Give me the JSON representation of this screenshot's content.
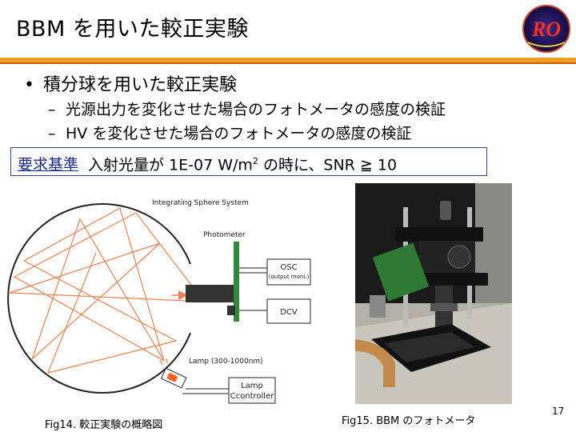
{
  "slide": {
    "title": "BBM を用いた較正実験",
    "page_number": "17"
  },
  "logo": {
    "text": "RO"
  },
  "bullets": {
    "main": "積分球を用いた較正実験",
    "subs": [
      "光源出力を変化させた場合のフォトメータの感度の検証",
      "HV を変化させた場合のフォトメータの感度の検証"
    ]
  },
  "requirement": {
    "label": "要求基準",
    "text_before_sup": "入射光量が 1E-07 W/m",
    "sup": "2",
    "text_after_sup": " の時に、SNR ≧ 10"
  },
  "diagram": {
    "sphere_label": "Integrating Sphere System",
    "photometer_label": "Photometer",
    "osc_label": "OSC",
    "osc_sub": "(output moni.)",
    "dcv_label": "DCV",
    "lamp_label": "Lamp (300-1000nm)",
    "controller_line1": "Lamp",
    "controller_line2": "Ccontroller",
    "ray_color": "#f08050",
    "pcb_color": "#2e8b3a",
    "lamp_color": "#ff6020"
  },
  "captions": {
    "fig14": "Fig14. 較正実験の概略図",
    "fig15": "Fig15. BBM のフォトメータ"
  }
}
